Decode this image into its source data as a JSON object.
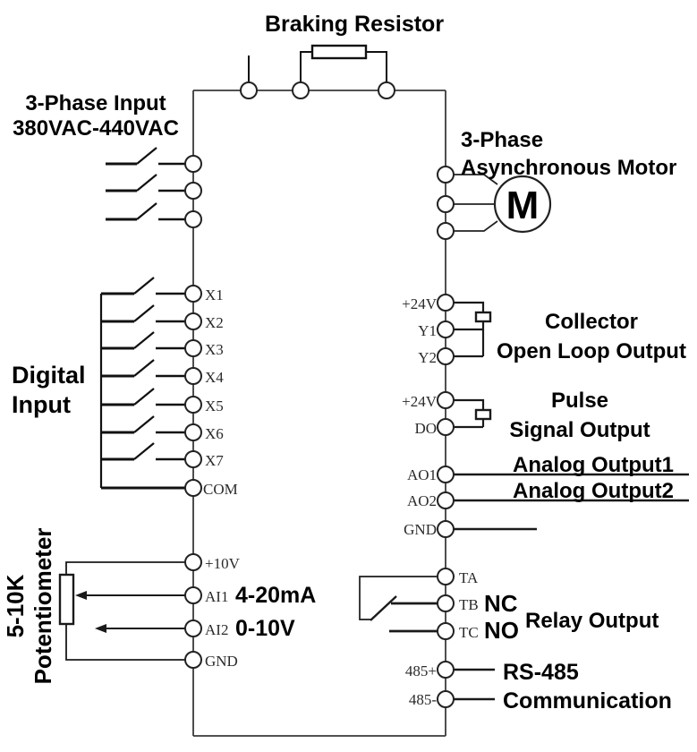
{
  "diagram": {
    "top": {
      "braking_resistor": "Braking Resistor"
    },
    "left": {
      "input_title1": "3-Phase Input",
      "input_title2": "380VAC-440VAC",
      "digital_title1": "Digital",
      "digital_title2": "Input",
      "pot_title1": "5-10K",
      "pot_title2": "Potentiometer",
      "digital_terminals": [
        "X1",
        "X2",
        "X3",
        "X4",
        "X5",
        "X6",
        "X7",
        "COM"
      ],
      "analog_terminals": [
        "+10V",
        "AI1",
        "AI2",
        "GND"
      ],
      "ai1_range": "4-20mA",
      "ai2_range": "0-10V"
    },
    "right": {
      "motor_title1": "3-Phase",
      "motor_title2": "Asynchronous Motor",
      "motor_symbol": "M",
      "collector_terminals": [
        "+24V",
        "Y1",
        "Y2"
      ],
      "collector_title1": "Collector",
      "collector_title2": "Open Loop Output",
      "pulse_terminals": [
        "+24V",
        "DO"
      ],
      "pulse_title1": "Pulse",
      "pulse_title2": "Signal Output",
      "analog_out_terminals": [
        "AO1",
        "AO2",
        "GND"
      ],
      "analog_out1_label": "Analog Output1",
      "analog_out2_label": "Analog Output2",
      "relay_terminals": [
        "TA",
        "TB",
        "TC"
      ],
      "relay_nc": "NC",
      "relay_no": "NO",
      "relay_title": "Relay Output",
      "comm_terminals": [
        "485+",
        "485-"
      ],
      "comm_title1": "RS-485",
      "comm_title2": "Communication"
    },
    "colors": {
      "wire": "#2e2e2e",
      "wire_heavy": "#111111",
      "text": "#000000",
      "background": "#ffffff"
    }
  }
}
